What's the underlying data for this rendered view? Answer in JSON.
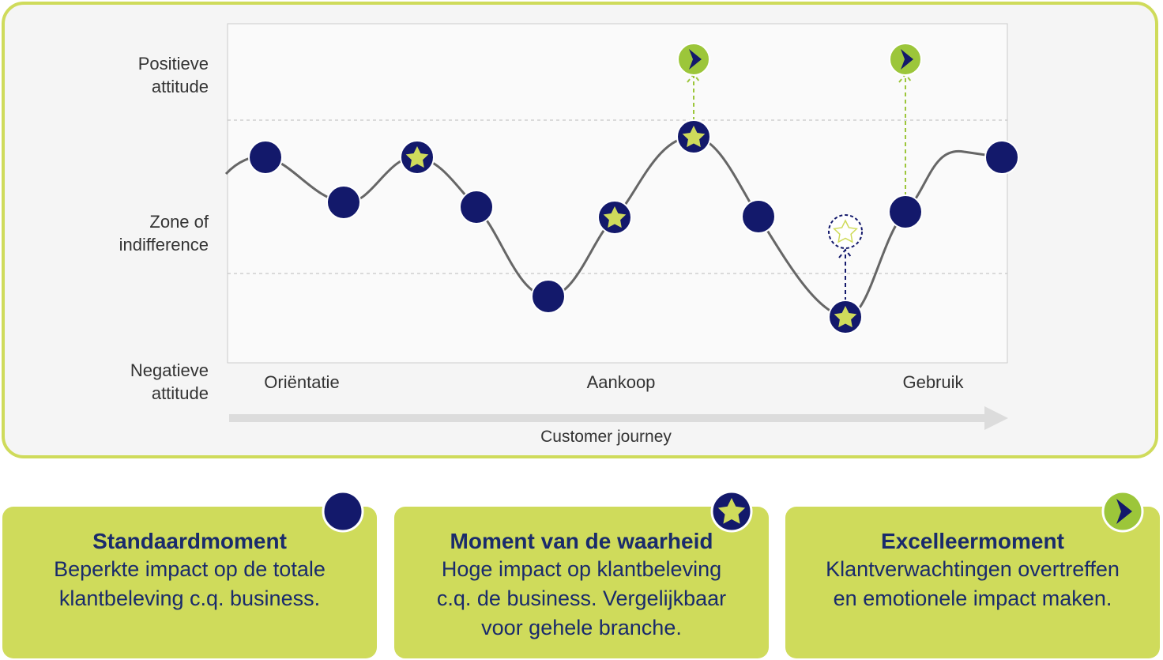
{
  "diagram": {
    "y_levels": [
      "Positieve\nattitude",
      "Zone of\nindifference",
      "Negatieve\nattitude"
    ],
    "stages": [
      "Oriëntatie",
      "Aankoop",
      "Gebruik"
    ],
    "axis_label": "Customer journey"
  },
  "legend": [
    {
      "icon": "circle-icon",
      "title": "Standaardmoment",
      "text": "Beperkte impact op de totale\nklantbeleving c.q. business."
    },
    {
      "icon": "star-icon",
      "title": "Moment van de waarheid",
      "text": "Hoge impact op klantbeleving\nc.q. de business. Vergelijkbaar\nvoor gehele branche."
    },
    {
      "icon": "chevron-icon",
      "title": "Excelleermoment",
      "text": "Klantverwachtingen  overtreffen\nen emotionele impact maken."
    }
  ],
  "colors": {
    "lime": "#cfdb5b",
    "navy": "#13196b",
    "dashed_green": "#9cc63a",
    "curve": "#666666",
    "arrow_gray": "#dcdcdc"
  }
}
